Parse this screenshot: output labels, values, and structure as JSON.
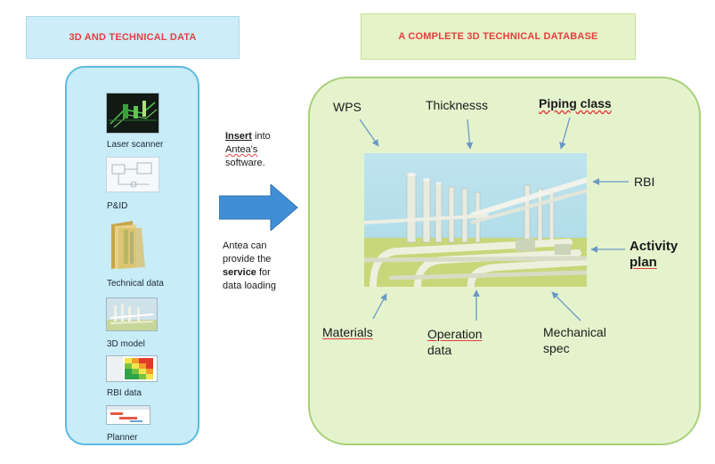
{
  "left_title": "3D AND TECHNICAL DATA",
  "right_title": "A COMPLETE 3D TECHNICAL DATABASE",
  "sources": [
    {
      "label": "Laser scanner",
      "icon": "laser-scan-icon"
    },
    {
      "label": "P&ID",
      "icon": "pid-diagram-icon"
    },
    {
      "label": "Technical data",
      "icon": "folder-icon"
    },
    {
      "label": "3D model",
      "icon": "plant-model-icon"
    },
    {
      "label": "RBI data",
      "icon": "risk-matrix-icon"
    },
    {
      "label": "Planner",
      "icon": "planner-icon"
    }
  ],
  "center": {
    "insert_bold": "Insert",
    "insert_rest_1": " into",
    "insert_line2": "Antea's",
    "insert_line3": "software.",
    "service_line1": "Antea can",
    "service_line2": "provide the",
    "service_bold": "service",
    "service_rest": " for",
    "service_line4": "data loading"
  },
  "callouts": {
    "wps": "WPS",
    "thickness": "Thicknesss",
    "piping_class": "Piping class",
    "rbi": "RBI",
    "activity_line1": "Activity",
    "activity_line2": "plan",
    "materials": "Materials",
    "operation_line1": "Operation",
    "operation_line2": "data",
    "mechanical_line1": "Mechanical",
    "mechanical_line2": "spec"
  },
  "colors": {
    "title_text": "#e14040",
    "left_panel_fill": "#c8ecf8",
    "left_panel_border": "#5bbbe0",
    "right_panel_fill": "#e5f3cd",
    "right_panel_border": "#a8d07a",
    "arrow": "#3f8fd6"
  }
}
